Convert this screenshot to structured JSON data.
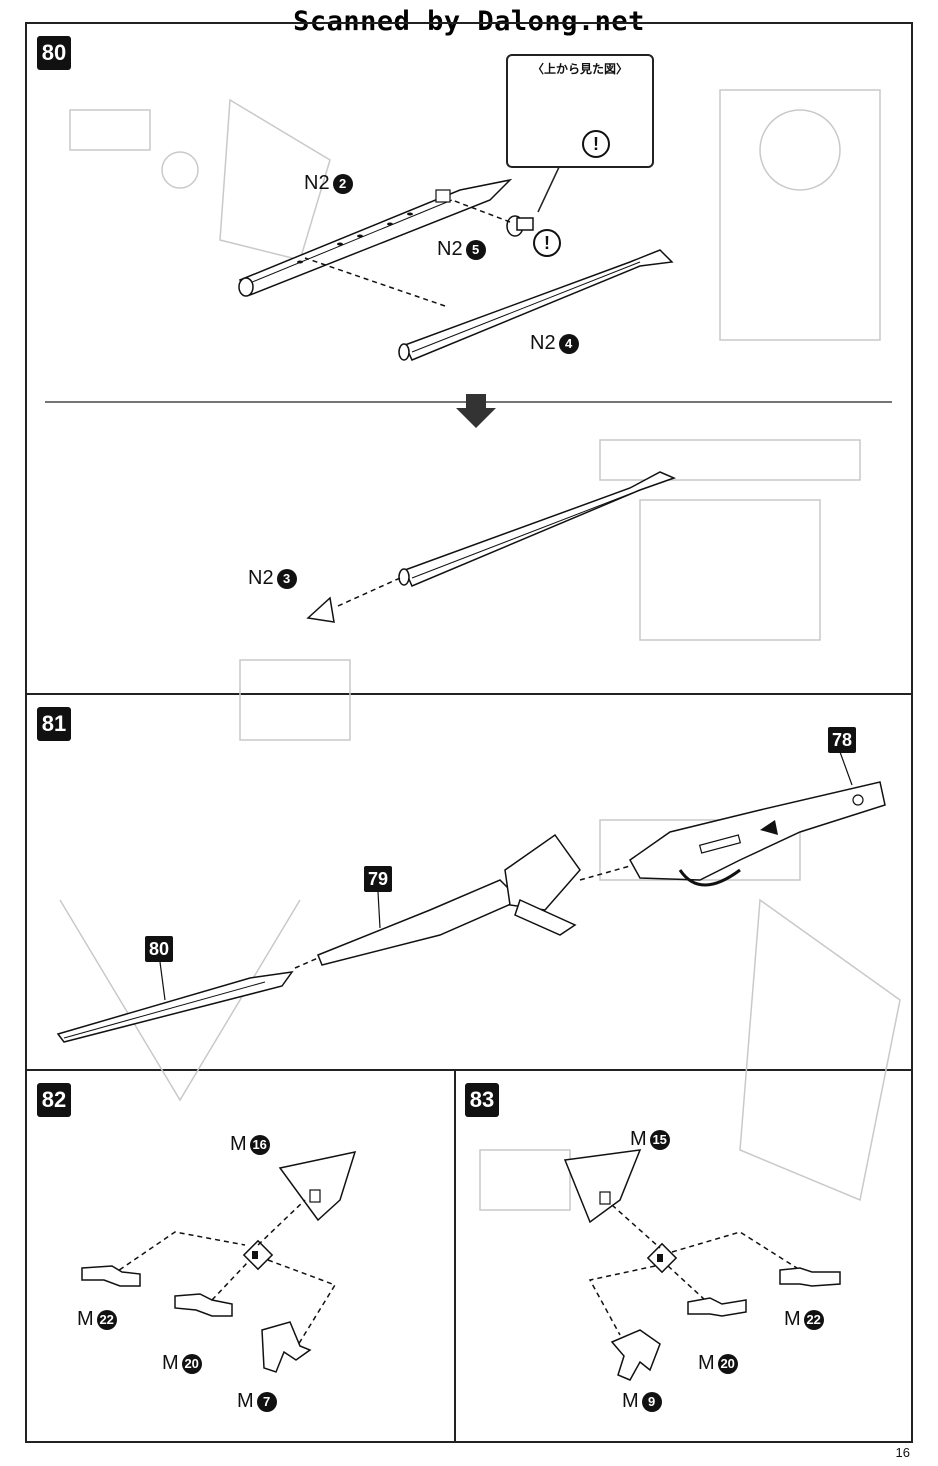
{
  "watermark": "Scanned by Dalong.net",
  "page_number": "16",
  "steps": {
    "s80": {
      "number": "80",
      "callout_title": "〈上から見た図〉",
      "warning_symbol": "!",
      "parts": [
        {
          "code": "N2",
          "num": "2"
        },
        {
          "code": "N2",
          "num": "5"
        },
        {
          "code": "N2",
          "num": "4"
        },
        {
          "code": "N2",
          "num": "3"
        }
      ]
    },
    "s81": {
      "number": "81",
      "refs": [
        "78",
        "79",
        "80"
      ]
    },
    "s82": {
      "number": "82",
      "parts": [
        {
          "code": "M",
          "num": "16"
        },
        {
          "code": "M",
          "num": "22"
        },
        {
          "code": "M",
          "num": "20"
        },
        {
          "code": "M",
          "num": "7"
        }
      ]
    },
    "s83": {
      "number": "83",
      "parts": [
        {
          "code": "M",
          "num": "15"
        },
        {
          "code": "M",
          "num": "22"
        },
        {
          "code": "M",
          "num": "20"
        },
        {
          "code": "M",
          "num": "9"
        }
      ]
    }
  }
}
